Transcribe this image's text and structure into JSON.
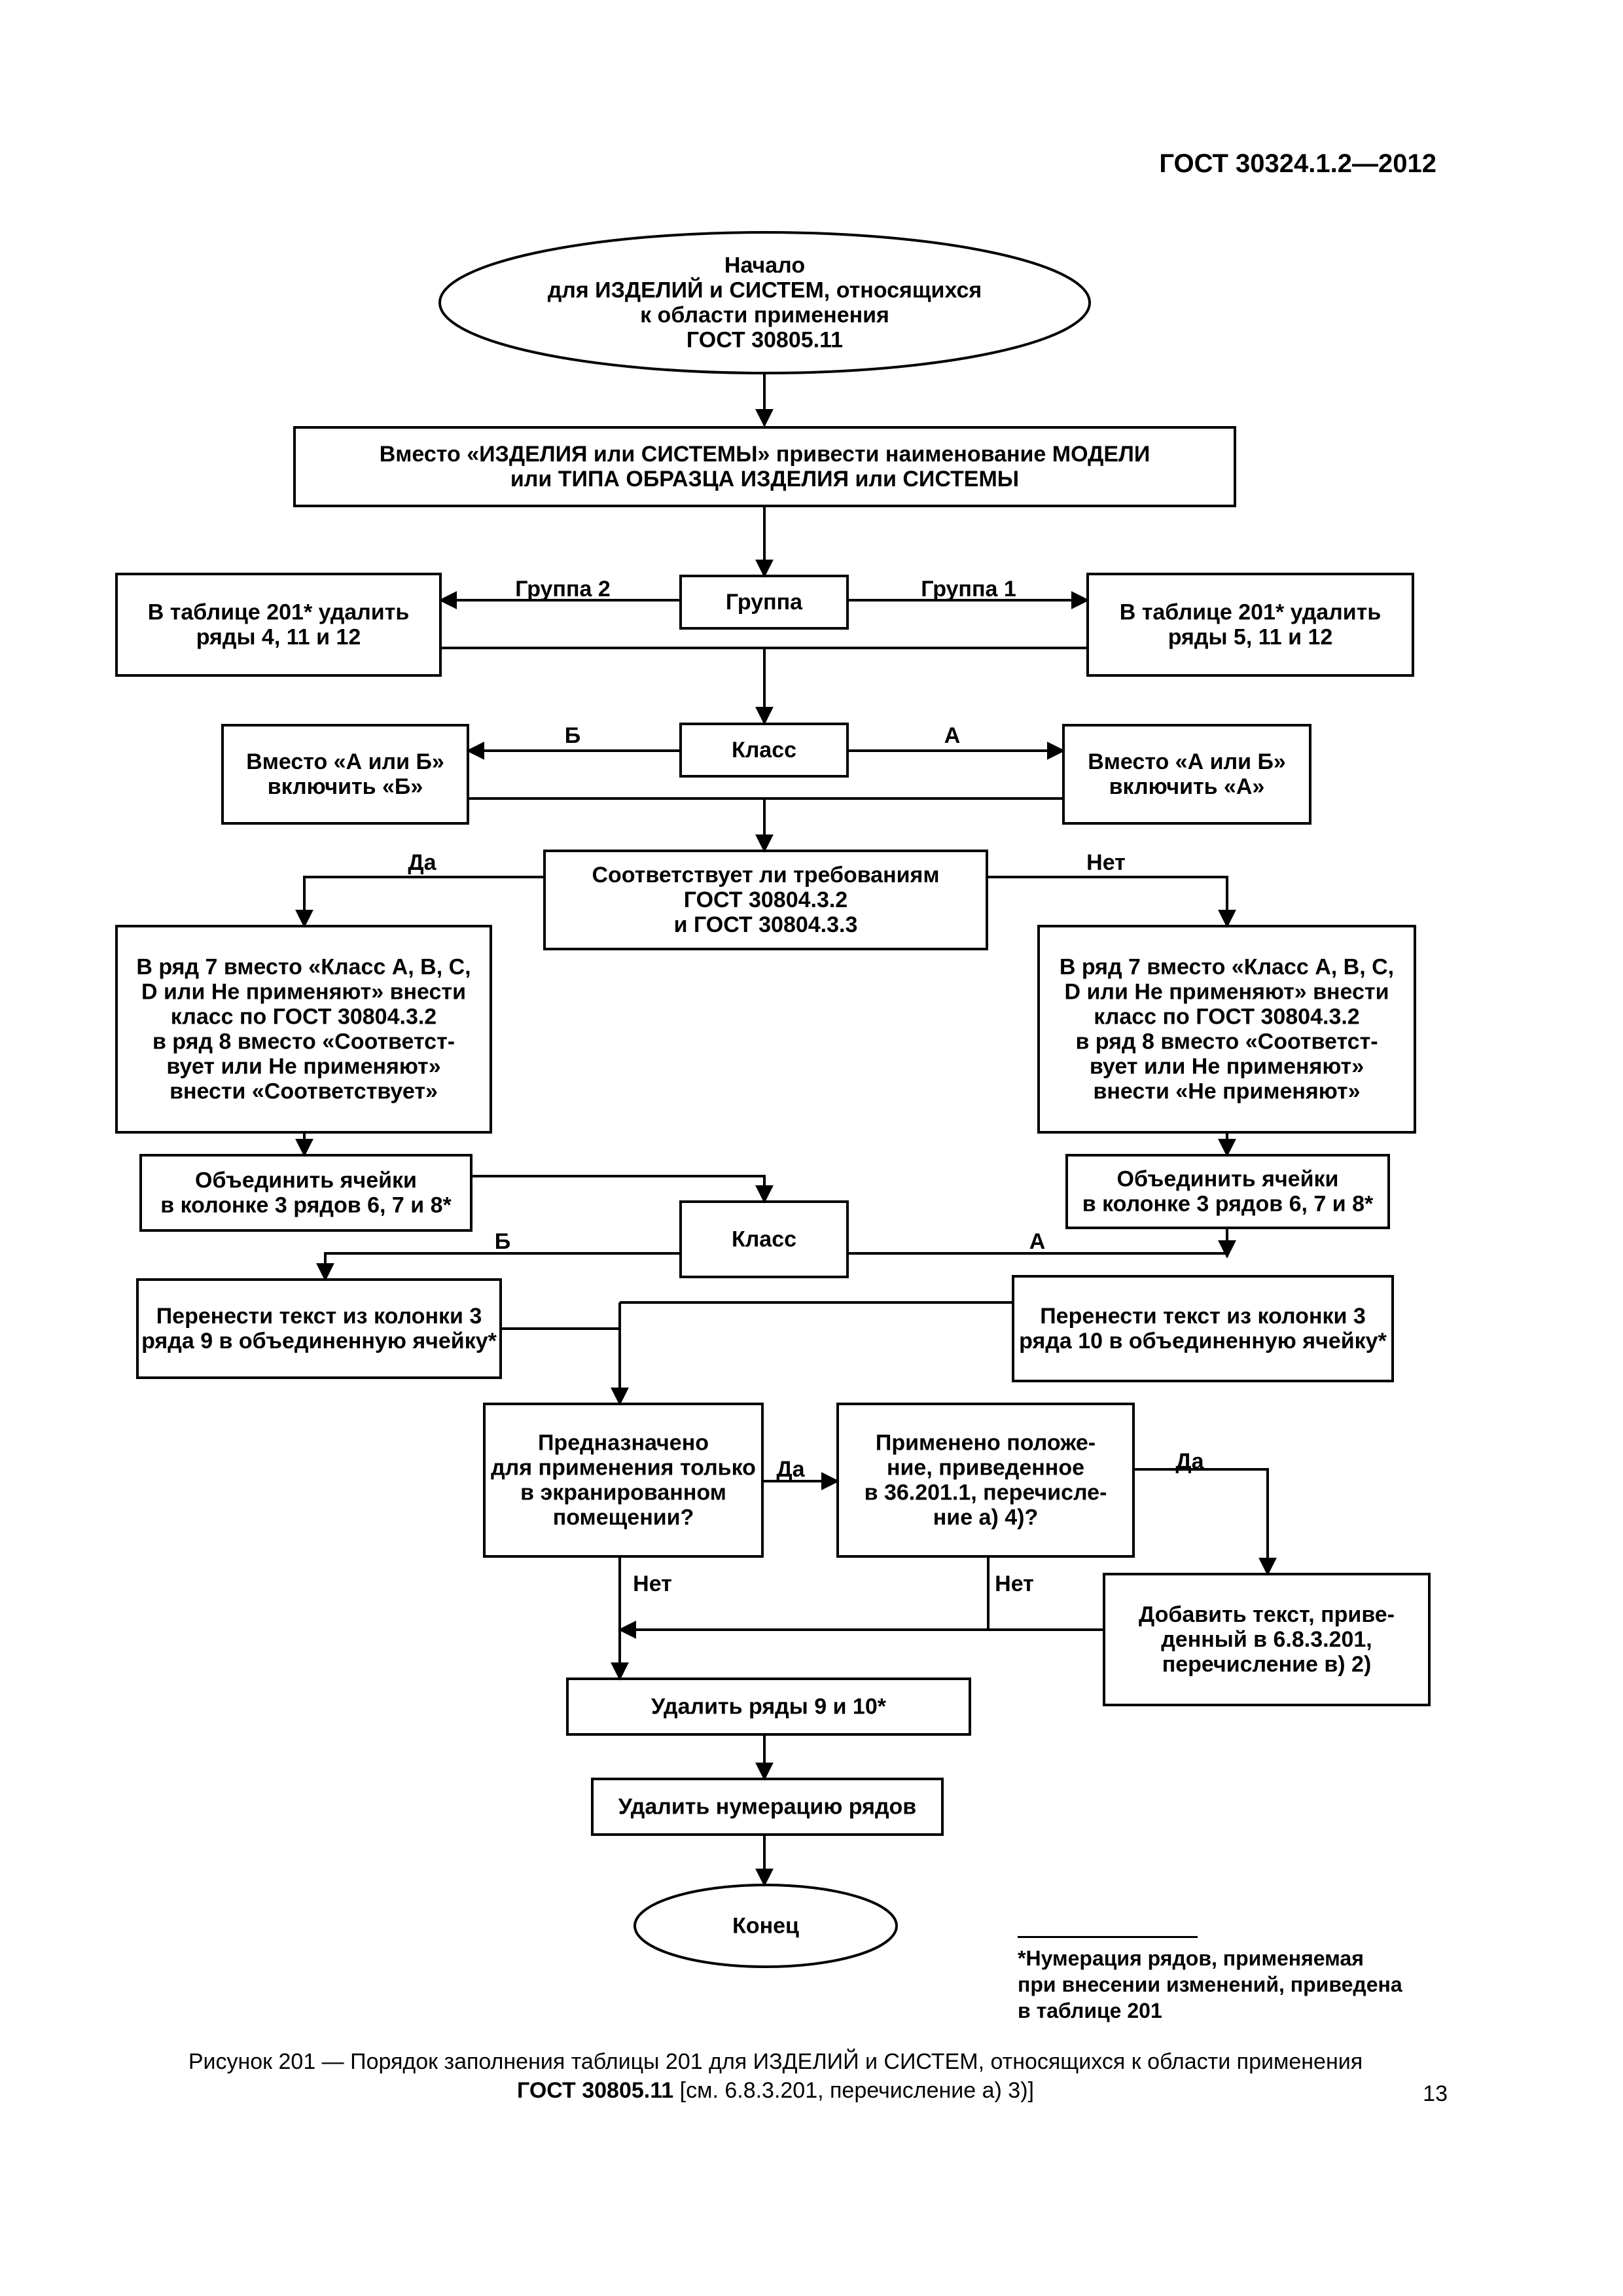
{
  "header": {
    "doc_code": "ГОСТ 30324.1.2—2012"
  },
  "flowchart": {
    "nodes": {
      "start": {
        "shape": "ellipse",
        "lines": [
          "Начало",
          "для ИЗДЕЛИЙ и СИСТЕМ, относящихся",
          "к области применения",
          "ГОСТ 30805.11"
        ]
      },
      "replace_name": {
        "shape": "rect",
        "lines": [
          "Вместо «ИЗДЕЛИЯ или СИСТЕМЫ» привести наименование МОДЕЛИ",
          "или ТИПА ОБРАЗЦА  ИЗДЕЛИЯ или СИСТЕМЫ"
        ]
      },
      "group": {
        "shape": "rect",
        "lines": [
          "Группа"
        ]
      },
      "delete_g2": {
        "shape": "rect",
        "lines": [
          "В таблице 201* удалить",
          "ряды 4, 11 и 12"
        ]
      },
      "delete_g1": {
        "shape": "rect",
        "lines": [
          "В таблице 201* удалить",
          "ряды 5, 11 и 12"
        ]
      },
      "class1": {
        "shape": "rect",
        "lines": [
          "Класс"
        ]
      },
      "include_b": {
        "shape": "rect",
        "lines": [
          "Вместо «А или Б»",
          "включить «Б»"
        ]
      },
      "include_a": {
        "shape": "rect",
        "lines": [
          "Вместо «А или Б»",
          "включить «А»"
        ]
      },
      "complies": {
        "shape": "rect",
        "lines": [
          "Соответствует ли требованиям",
          "ГОСТ 30804.3.2",
          "и ГОСТ 30804.3.3"
        ]
      },
      "row7_yes": {
        "shape": "rect",
        "lines": [
          "В ряд 7 вместо «Класс А, В, С,",
          "D или Не применяют» внести",
          "класс по ГОСТ 30804.3.2",
          "в ряд 8 вместо «Соответст-",
          "вует или Не применяют»",
          "внести «Соответствует»"
        ]
      },
      "row7_no": {
        "shape": "rect",
        "lines": [
          "В ряд 7 вместо «Класс А, В, С,",
          "D или Не применяют» внести",
          "класс по ГОСТ 30804.3.2",
          "в ряд 8 вместо «Соответст-",
          "вует или Не применяют»",
          "внести «Не применяют»"
        ]
      },
      "merge_left": {
        "shape": "rect",
        "lines": [
          "Объединить ячейки",
          "в колонке 3 рядов 6, 7 и 8*"
        ]
      },
      "merge_right": {
        "shape": "rect",
        "lines": [
          "Объединить ячейки",
          "в колонке 3 рядов 6, 7 и 8*"
        ]
      },
      "class2": {
        "shape": "rect",
        "lines": [
          "Класс"
        ]
      },
      "move_row9": {
        "shape": "rect",
        "lines": [
          "Перенести текст из колонки 3",
          "ряда 9 в объединенную ячейку*"
        ]
      },
      "move_row10": {
        "shape": "rect",
        "lines": [
          "Перенести текст из колонки 3",
          "ряда 10 в объединенную ячейку*"
        ]
      },
      "shielded": {
        "shape": "rect",
        "lines": [
          "Предназначено",
          "для применения только",
          "в экранированном",
          "помещении?"
        ]
      },
      "applied": {
        "shape": "rect",
        "lines": [
          "Применено положе-",
          "ние, приведенное",
          "в 36.201.1, перечисле-",
          "ние а) 4)?"
        ]
      },
      "add_text": {
        "shape": "rect",
        "lines": [
          "Добавить текст, приве-",
          "денный в 6.8.3.201,",
          "перечисление в) 2)"
        ]
      },
      "delete_9_10": {
        "shape": "rect",
        "lines": [
          "Удалить ряды 9 и 10*"
        ]
      },
      "delete_numbering": {
        "shape": "rect",
        "lines": [
          "Удалить нумерацию рядов"
        ]
      },
      "end": {
        "shape": "ellipse",
        "lines": [
          "Конец"
        ]
      }
    },
    "edge_labels": {
      "group_2": "Группа 2",
      "group_1": "Группа 1",
      "class1_b": "Б",
      "class1_a": "А",
      "complies_yes": "Да",
      "complies_no": "Нет",
      "class2_b": "Б",
      "class2_a": "А",
      "shielded_yes": "Да",
      "shielded_no": "Нет",
      "applied_yes": "Да",
      "applied_no": "Нет"
    }
  },
  "footnote": {
    "lines": [
      "*Нумерация рядов, применяемая",
      "при внесении изменений, приведена",
      "в таблице 201"
    ]
  },
  "caption": {
    "line1": "Рисунок 201  — Порядок заполнения таблицы 201  для ИЗДЕЛИЙ и СИСТЕМ, относящихся к области применения",
    "line2_bold": "ГОСТ 30805.11",
    "line2_rest": " [см. 6.8.3.201, перечисление а) 3)]"
  },
  "page_number": "13"
}
